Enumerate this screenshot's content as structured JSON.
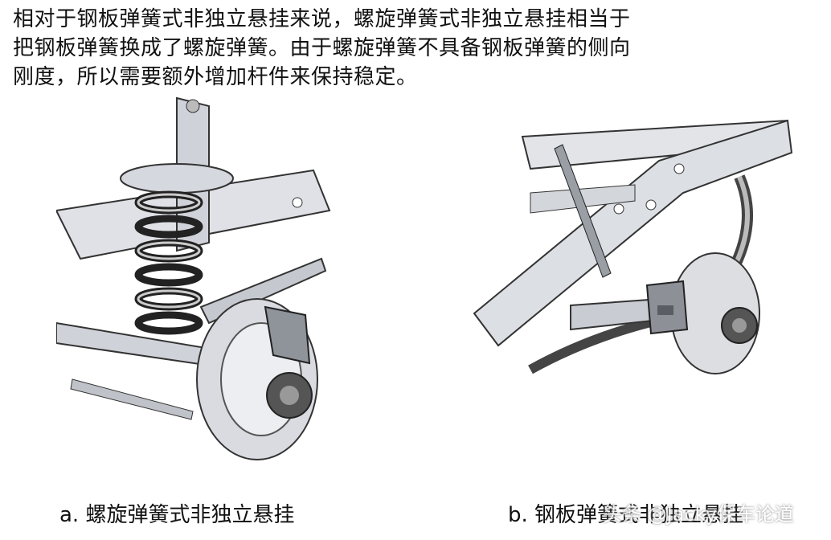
{
  "paragraph": {
    "line1": "相对于钢板弹簧式非独立悬挂来说，螺旋弹簧式非独立悬挂相当于",
    "line2": "把钢板弹簧换成了螺旋弹簧。由于螺旋弹簧不具备钢板弹簧的侧向",
    "line3": "刚度，所以需要额外增加杆件来保持稳定。"
  },
  "captions": {
    "a": "a. 螺旋弹簧式非独立悬挂",
    "b": "b. 钢板弹簧式非独立悬挂"
  },
  "watermark": "头条 @Jacky保车论道"
}
